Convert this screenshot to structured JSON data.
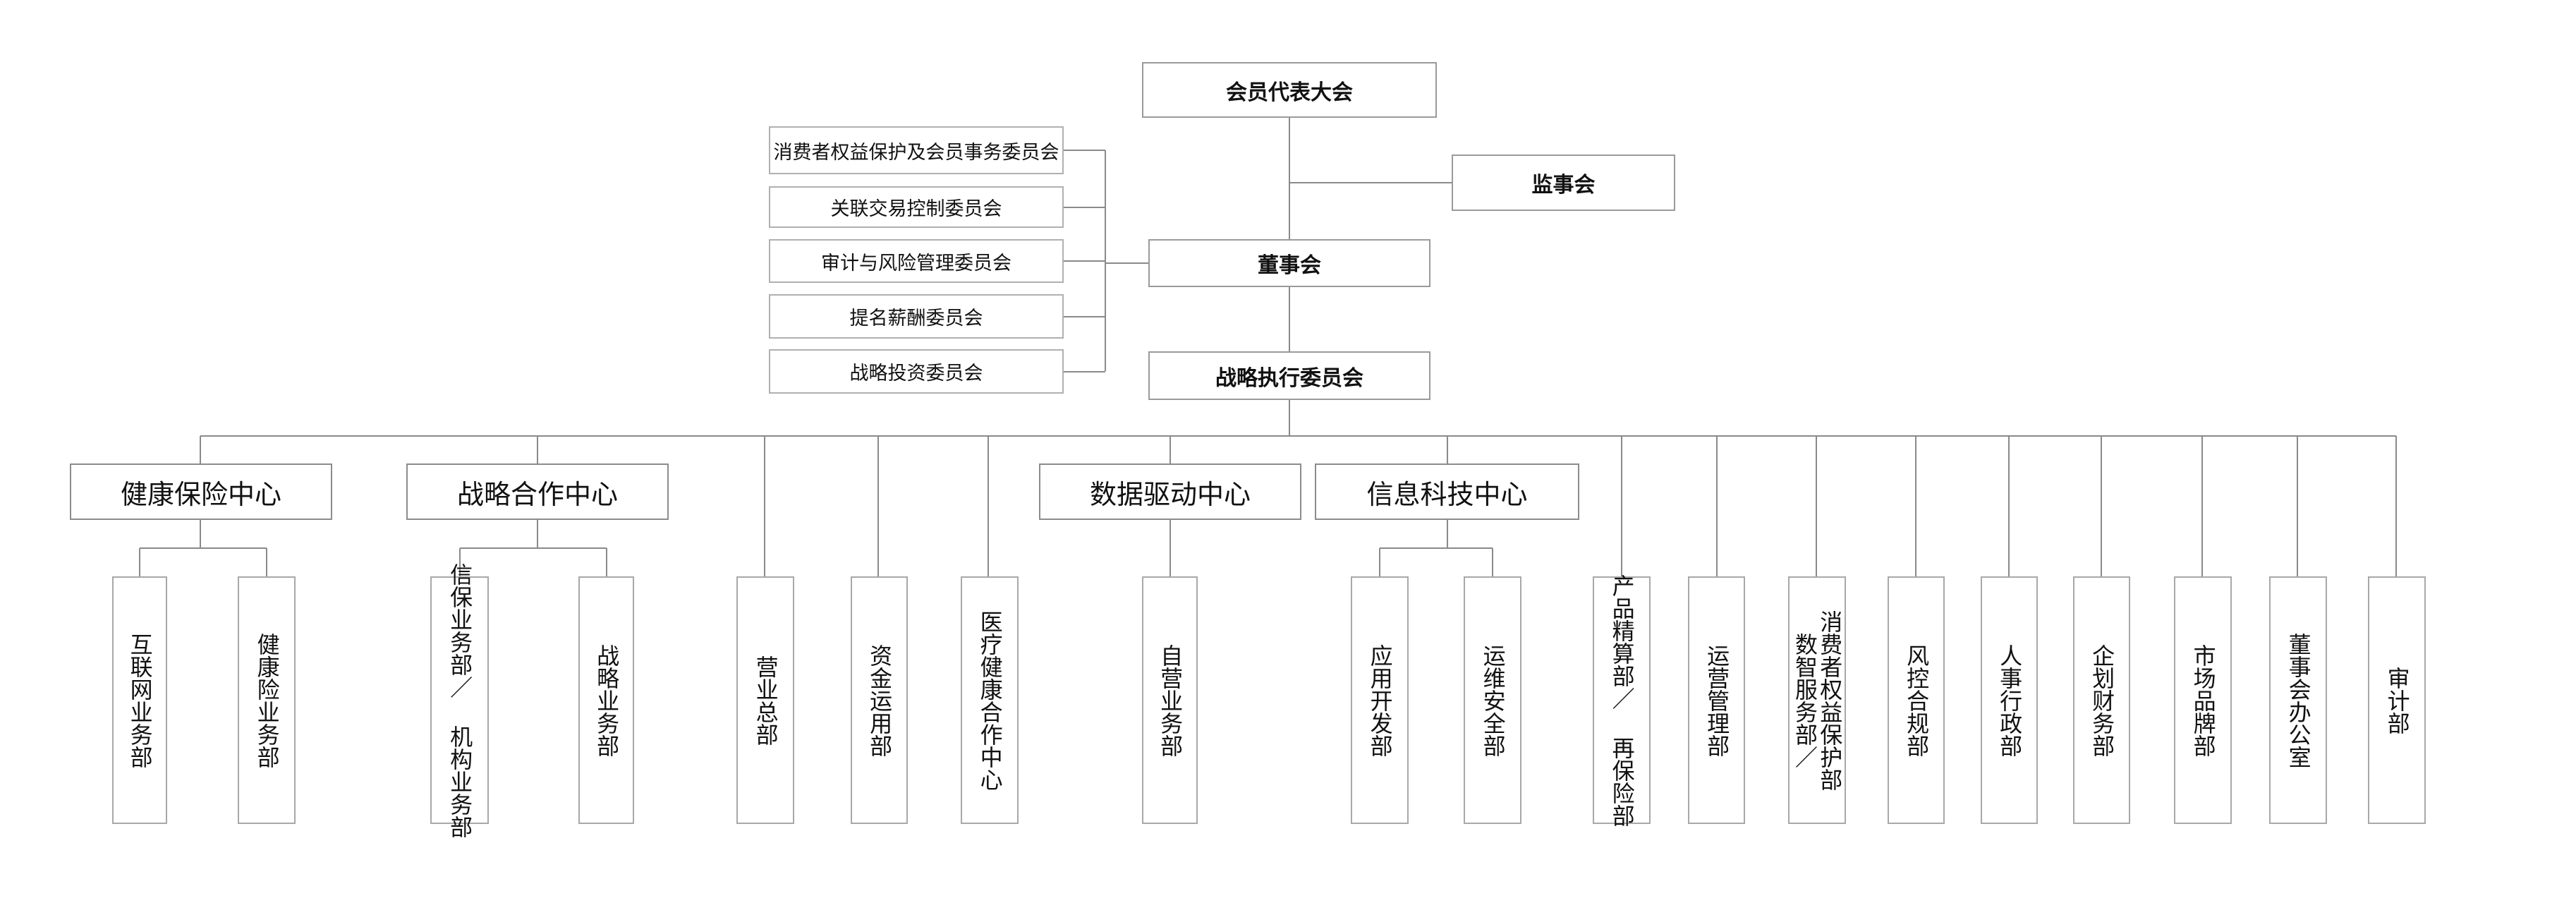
{
  "chart_title": "组织架构图",
  "governance": {
    "assembly": "会员代表大会",
    "supervisory_board": "监事会",
    "board": "董事会",
    "executive_committee": "战略执行委员会",
    "board_committees": [
      "消费者权益保护及会员事务委员会",
      "关联交易控制委员会",
      "审计与风险管理委员会",
      "提名薪酬委员会",
      "战略投资委员会"
    ]
  },
  "units": [
    {
      "type": "center",
      "label": "健康保险中心",
      "children": [
        {
          "lines": [
            "互联网业务部"
          ]
        },
        {
          "lines": [
            "健康险业务部"
          ]
        }
      ]
    },
    {
      "type": "center",
      "label": "战略合作中心",
      "children": [
        {
          "lines": [
            "信保业务部／ 机构业务部"
          ]
        },
        {
          "lines": [
            "战略业务部"
          ]
        }
      ]
    },
    {
      "type": "dept",
      "lines": [
        "营业总部"
      ]
    },
    {
      "type": "dept",
      "lines": [
        "资金运用部"
      ]
    },
    {
      "type": "dept",
      "lines": [
        "医疗健康合作中心"
      ]
    },
    {
      "type": "center",
      "label": "数据驱动中心",
      "children": [
        {
          "lines": [
            "自营业务部"
          ]
        }
      ]
    },
    {
      "type": "center",
      "label": "信息科技中心",
      "children": [
        {
          "lines": [
            "应用开发部"
          ]
        },
        {
          "lines": [
            "运维安全部"
          ]
        }
      ]
    },
    {
      "type": "dept",
      "lines": [
        "产品精算部／ 再保险部"
      ]
    },
    {
      "type": "dept",
      "lines": [
        "运营管理部"
      ]
    },
    {
      "type": "dept",
      "lines": [
        "消费者权益保护部",
        "数智服务部／"
      ]
    },
    {
      "type": "dept",
      "lines": [
        "风控合规部"
      ]
    },
    {
      "type": "dept",
      "lines": [
        "人事行政部"
      ]
    },
    {
      "type": "dept",
      "lines": [
        "企划财务部"
      ]
    },
    {
      "type": "dept",
      "lines": [
        "市场品牌部"
      ]
    },
    {
      "type": "dept",
      "lines": [
        "董事会办公室"
      ]
    },
    {
      "type": "dept",
      "lines": [
        "审计部"
      ]
    }
  ],
  "colors": {
    "border": "#9a9a9a",
    "line": "#8a8a8a",
    "text": "#111111",
    "background": "#ffffff"
  }
}
